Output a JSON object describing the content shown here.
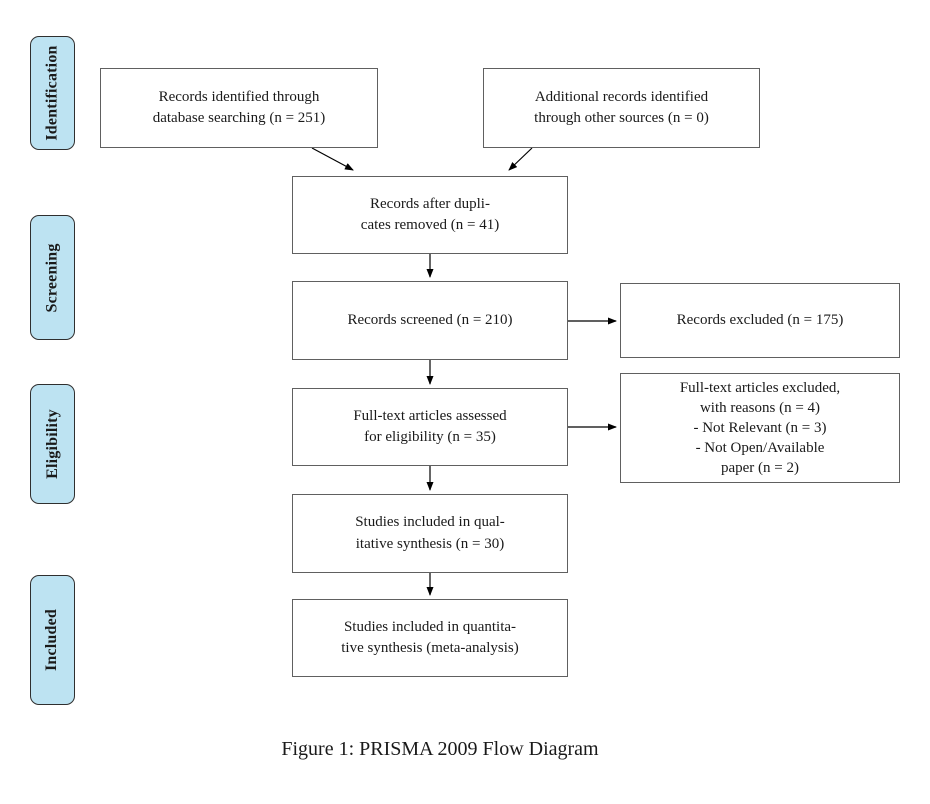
{
  "figure": {
    "caption": "Figure 1: PRISMA 2009 Flow Diagram"
  },
  "colors": {
    "background": "#ffffff",
    "stage_fill": "#bde3f2",
    "stage_border": "#2f2f2f",
    "box_border": "#606060",
    "arrow": "#000000",
    "text": "#1a1a1a"
  },
  "stages": [
    {
      "label": "Identification"
    },
    {
      "label": "Screening"
    },
    {
      "label": "Eligibility"
    },
    {
      "label": "Included"
    }
  ],
  "boxes": {
    "records_identified": {
      "lines": [
        "Records identified through",
        "database searching (n = 251)"
      ]
    },
    "additional_records": {
      "lines": [
        "Additional records identified",
        "through other sources (n = 0)"
      ]
    },
    "duplicates_removed": {
      "lines": [
        "Records after dupli-",
        "cates removed (n = 41)"
      ]
    },
    "records_screened": {
      "lines": [
        "Records screened (n = 210)"
      ]
    },
    "records_excluded": {
      "lines": [
        "Records excluded (n = 175)"
      ]
    },
    "fulltext_assessed": {
      "lines": [
        "Full-text articles assessed",
        "for eligibility (n = 35)"
      ]
    },
    "fulltext_excluded": {
      "lines": [
        "Full-text articles excluded,",
        "with reasons (n = 4)",
        "- Not Relevant (n = 3)",
        "- Not Open/Available",
        "paper (n = 2)"
      ]
    },
    "qualitative_synthesis": {
      "lines": [
        "Studies included in qual-",
        "itative synthesis (n = 30)"
      ]
    },
    "quantitative_synthesis": {
      "lines": [
        "Studies included in quantita-",
        "tive synthesis (meta-analysis)"
      ]
    }
  }
}
